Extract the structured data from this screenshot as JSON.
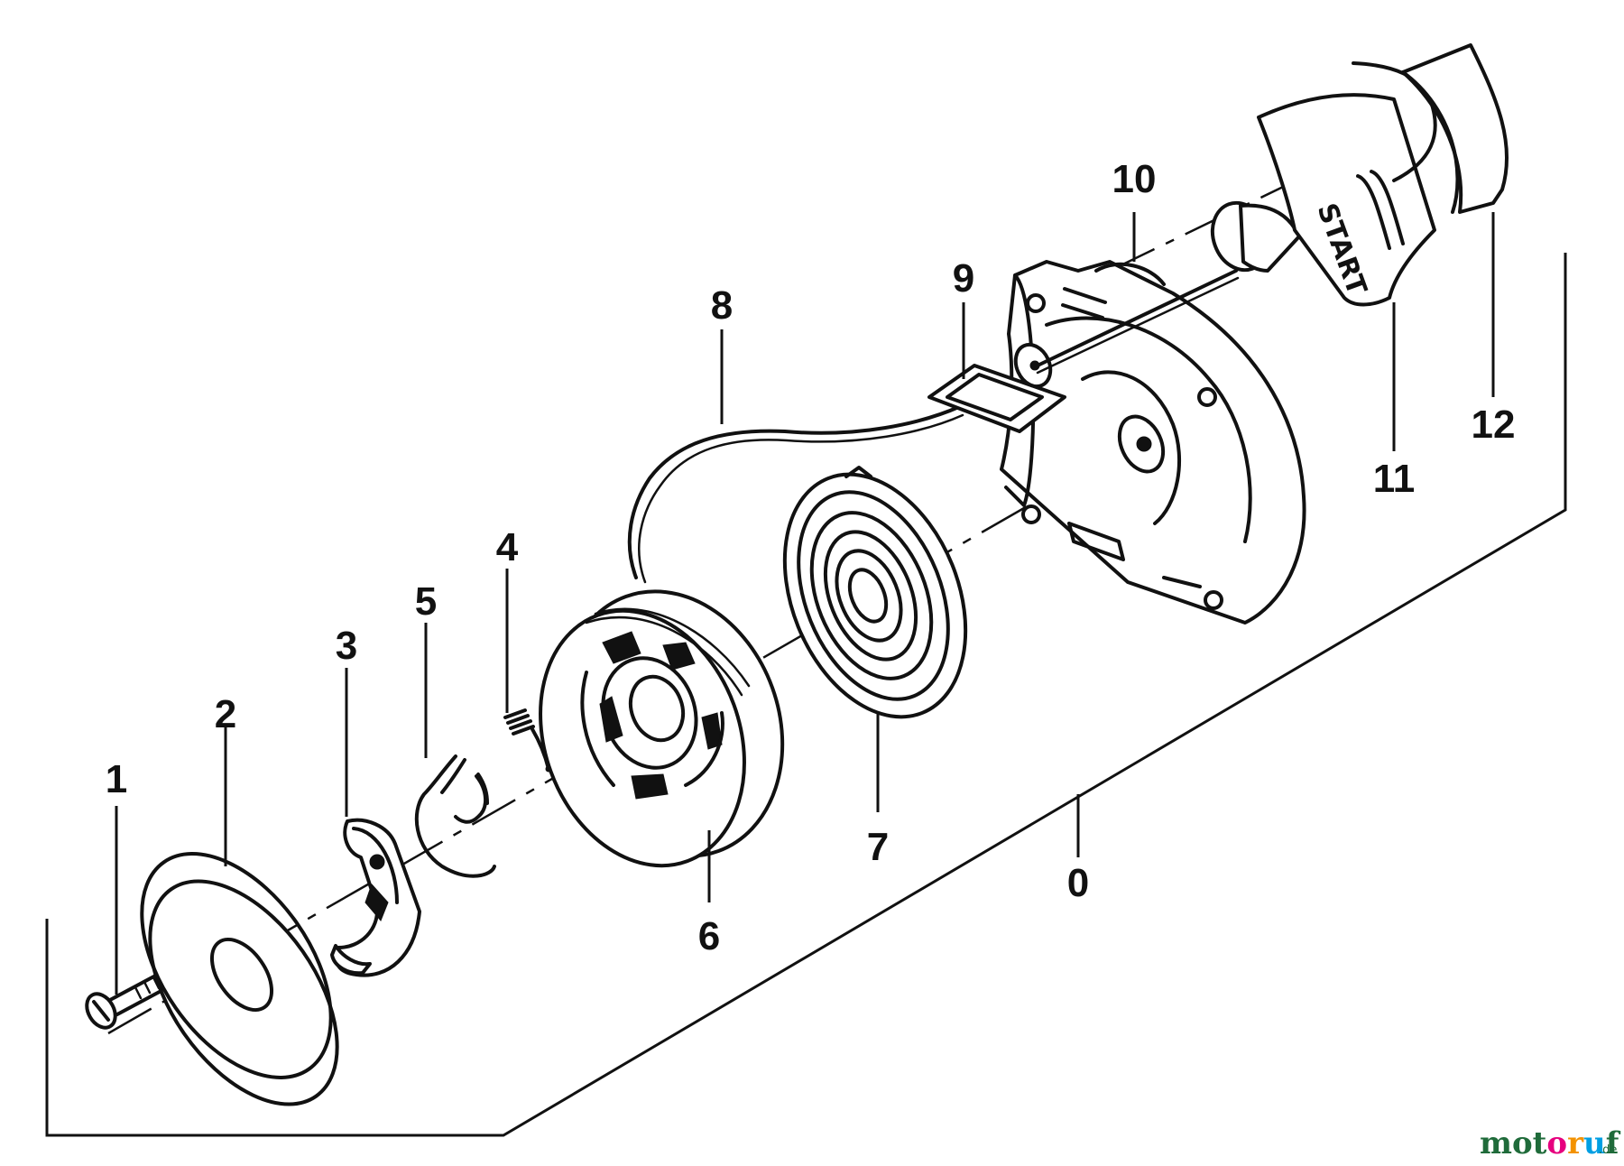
{
  "diagram": {
    "part_labels": [
      {
        "id": "0",
        "text": "0"
      },
      {
        "id": "1",
        "text": "1"
      },
      {
        "id": "2",
        "text": "2"
      },
      {
        "id": "3",
        "text": "3"
      },
      {
        "id": "4",
        "text": "4"
      },
      {
        "id": "5",
        "text": "5"
      },
      {
        "id": "6",
        "text": "6"
      },
      {
        "id": "7",
        "text": "7"
      },
      {
        "id": "8",
        "text": "8"
      },
      {
        "id": "9",
        "text": "9"
      },
      {
        "id": "10",
        "text": "10"
      },
      {
        "id": "11",
        "text": "11"
      },
      {
        "id": "12",
        "text": "12"
      }
    ],
    "handle_text": "START"
  },
  "watermark": {
    "letters": [
      {
        "ch": "m",
        "color": "#1f6b3a"
      },
      {
        "ch": "o",
        "color": "#1f6b3a"
      },
      {
        "ch": "t",
        "color": "#1f6b3a"
      },
      {
        "ch": "o",
        "color": "#e6007e"
      },
      {
        "ch": "r",
        "color": "#f39200"
      },
      {
        "ch": "u",
        "color": "#009fe3"
      },
      {
        "ch": "f",
        "color": "#1f6b3a"
      }
    ],
    "suffix": ".de"
  }
}
